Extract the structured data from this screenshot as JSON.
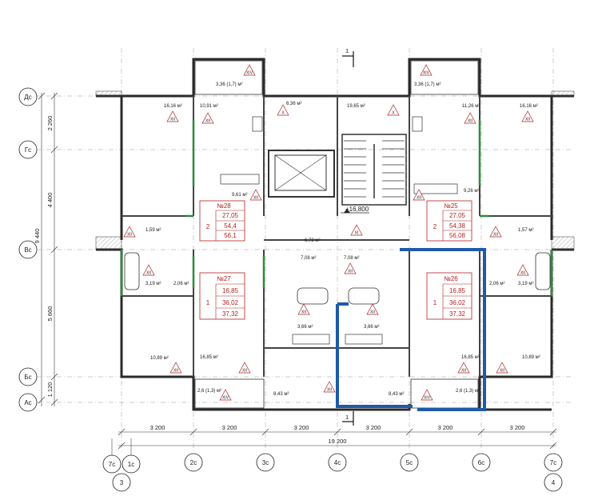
{
  "axes": {
    "rows": [
      "Дс",
      "Гс",
      "Вс",
      "Бс",
      "Ас"
    ],
    "columns": [
      "7с",
      "1с",
      "2с",
      "3с",
      "4с",
      "5с",
      "6с",
      "7с"
    ],
    "sheet_refs": [
      "3",
      "4"
    ]
  },
  "dimensions": {
    "left_outer": "9 440",
    "left_parts": [
      "2 260",
      "4 400",
      "5 660",
      "1 120"
    ],
    "bottom_spans": [
      "3 200",
      "3 200",
      "3 200",
      "3 200",
      "3 200",
      "3 200"
    ],
    "bottom_total": "19 200"
  },
  "section_mark": "1",
  "level_mark": "+16,800",
  "apartments": [
    {
      "number": "№28",
      "rooms": "2",
      "values": [
        "27,05",
        "54,4",
        "56,1"
      ]
    },
    {
      "number": "№25",
      "rooms": "2",
      "values": [
        "27,05",
        "54,38",
        "56,08"
      ]
    },
    {
      "number": "№27",
      "rooms": "1",
      "values": [
        "16,85",
        "36,02",
        "37,32"
      ]
    },
    {
      "number": "№26",
      "rooms": "1",
      "values": [
        "16,85",
        "36,02",
        "37,32"
      ]
    }
  ],
  "room_areas": {
    "r1": "3,36 (1,7) м²",
    "r2": "3,36 (1,7) м²",
    "r3": "16,16 м²",
    "r4": "10,91 м²",
    "r5": "6,36 м²",
    "r6": "19,65 м²",
    "r7": "11,26 м²",
    "r8": "16,16 м²",
    "r9": "9,61 м²",
    "r10": "9,26 м²",
    "r11": "1,59 м²",
    "r12": "1,57 м²",
    "r13": "6,72 м²",
    "r14": "7,08 м²",
    "r15": "7,08 м²",
    "r16": "3,19 м²",
    "r17": "2,06 м²",
    "r18": "2,06 м²",
    "r19": "3,19 м²",
    "r20": "3,66 м²",
    "r21": "3,66 м²",
    "r22": "10,89 м²",
    "r23": "16,85 м²",
    "r24": "16,85 м²",
    "r25": "10,89 м²",
    "r26": "2,6 (1,3) м²",
    "r27": "8,43 м²",
    "r28": "8,43 м²",
    "r29": "2,6 (1,3) м²"
  },
  "fire_marks": {
    "f_xiv_1": "XIV",
    "f_xiv_2": "XIV",
    "f_xiv_3": "XIV",
    "f_xiv_4": "XIV",
    "f_x_1": "X",
    "f_x_2": "X",
    "f_xi_1": "XI",
    "f_xii_1": "XII",
    "f_xii_2": "XII",
    "f_xii_3": "XII",
    "f_xii_4": "XII",
    "f_xii_5": "XII",
    "f_xii_6": "XII",
    "f_xii_7": "XII",
    "f_xii_8": "XII",
    "f_xii_9": "XII",
    "f_xii_10": "XII",
    "f_xii_11": "XII",
    "f_xii_12": "XII",
    "f_xii_13": "XII",
    "f_xii_14": "XII",
    "f_xii_15": "XII",
    "f_xii_16": "XII",
    "f_xii_17": "XII",
    "f_xii_18": "XII"
  },
  "colors": {
    "wall": "#2a2a2a",
    "partition": "#555555",
    "window": "#2e8b3a",
    "highlight": "#1e5aa8",
    "apartment_red": "#b22222"
  }
}
